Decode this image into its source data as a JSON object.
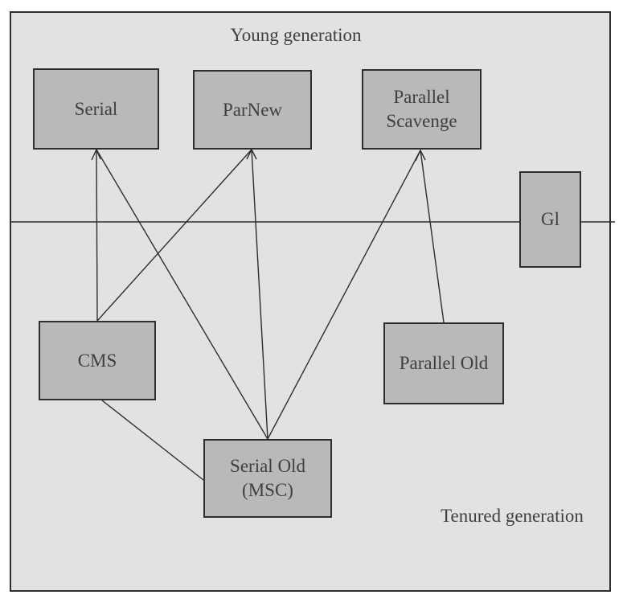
{
  "diagram": {
    "young_region_label": "Young generation",
    "tenured_region_label": "Tenured generation",
    "nodes": {
      "serial": {
        "label": "Serial",
        "generation": "young"
      },
      "parnew": {
        "label": "ParNew",
        "generation": "young"
      },
      "parallel_scavenge": {
        "label": "Parallel\nScavenge",
        "generation": "young"
      },
      "g1": {
        "label": "Gl",
        "generation": "both"
      },
      "cms": {
        "label": "CMS",
        "generation": "tenured"
      },
      "parallel_old": {
        "label": "Parallel Old",
        "generation": "tenured"
      },
      "serial_old": {
        "label": "Serial Old\n(MSC)",
        "generation": "tenured"
      }
    },
    "edges": [
      {
        "from": "serial",
        "to": "cms"
      },
      {
        "from": "serial",
        "to": "serial_old"
      },
      {
        "from": "parnew",
        "to": "cms"
      },
      {
        "from": "parnew",
        "to": "serial_old"
      },
      {
        "from": "parallel_scavenge",
        "to": "serial_old"
      },
      {
        "from": "parallel_scavenge",
        "to": "parallel_old"
      },
      {
        "from": "cms",
        "to": "serial_old"
      }
    ],
    "boundary": "generation-divider-line"
  },
  "colors": {
    "outer_bg": "#ffffff",
    "canvas_bg": "#e2e2e2",
    "box_fill": "#b9b9b9",
    "line": "#2e2e2e",
    "text": "#3f3f3f"
  }
}
